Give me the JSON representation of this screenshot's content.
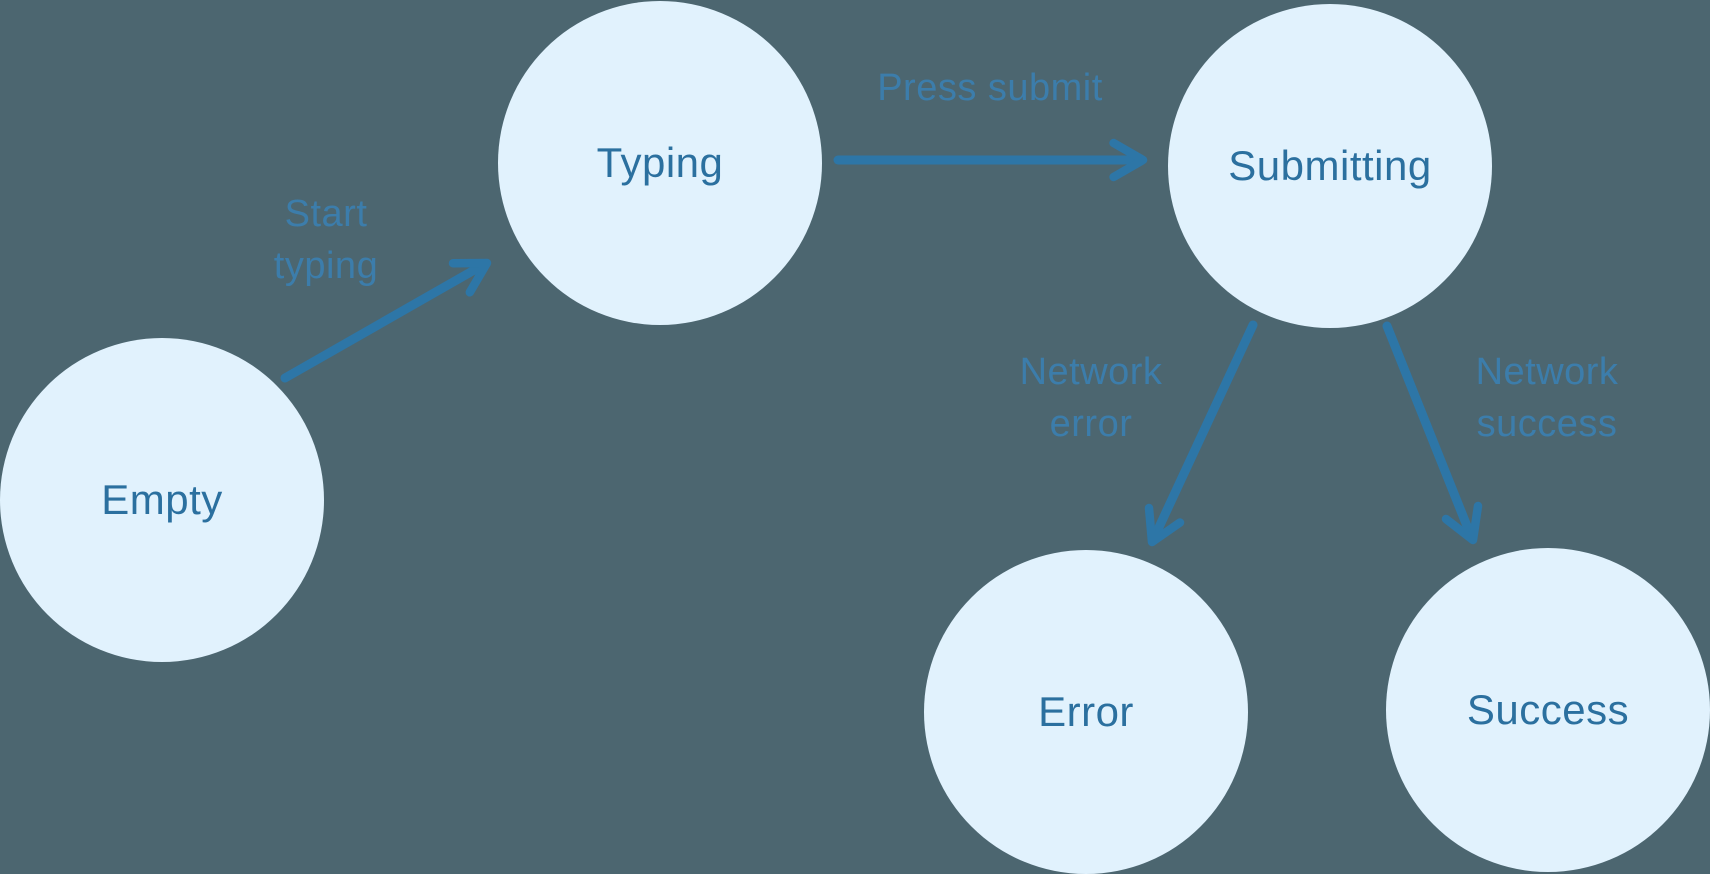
{
  "diagram": {
    "type": "state-machine-flow",
    "colors": {
      "background": "#4c6670",
      "node_fill": "#e1f2fd",
      "node_text": "#2b709f",
      "edge": "#2d76a7",
      "edge_label": "#3c7dab"
    },
    "nodes": [
      {
        "id": "empty",
        "label": "Empty"
      },
      {
        "id": "typing",
        "label": "Typing"
      },
      {
        "id": "submitting",
        "label": "Submitting"
      },
      {
        "id": "error",
        "label": "Error"
      },
      {
        "id": "success",
        "label": "Success"
      }
    ],
    "edges": [
      {
        "id": "empty-typing",
        "from": "Empty",
        "to": "Typing",
        "label": "Start typing",
        "label_lines": [
          "Start",
          "typing"
        ]
      },
      {
        "id": "typing-submitting",
        "from": "Typing",
        "to": "Submitting",
        "label": "Press submit",
        "label_lines": [
          "Press submit"
        ]
      },
      {
        "id": "submitting-error",
        "from": "Submitting",
        "to": "Error",
        "label": "Network error",
        "label_lines": [
          "Network",
          "error"
        ]
      },
      {
        "id": "submitting-success",
        "from": "Submitting",
        "to": "Success",
        "label": "Network success",
        "label_lines": [
          "Network",
          "success"
        ]
      }
    ]
  }
}
